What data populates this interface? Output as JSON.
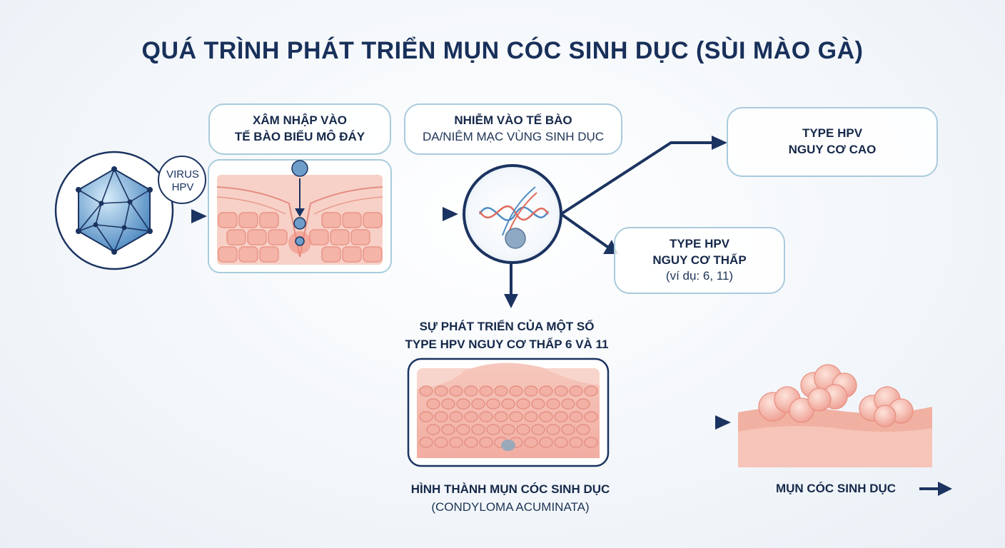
{
  "title": "QUÁ TRÌNH PHÁT TRIỂN MỤN CÓC SINH DỤC (SÙI MÀO GÀ)",
  "virus_label": [
    "VIRUS",
    "HPV"
  ],
  "step1": {
    "line1": "XÂM NHẬP VÀO",
    "line2": "TẾ BÀO BIỂU MÔ ĐÁY"
  },
  "step2": {
    "line1": "NHIỄM VÀO TẾ BÀO",
    "line2": "DA/NIÊM MẠC VÙNG SINH DỤC"
  },
  "high_risk": {
    "line1": "TYPE HPV",
    "line2": "NGUY CƠ CAO"
  },
  "low_risk": {
    "line1": "TYPE HPV",
    "line2": "NGUY CƠ THẤP",
    "line3": "(ví dụ: 6, 11)"
  },
  "growth": {
    "line1": "SỰ PHÁT TRIỂN CỦA MỘT SỐ",
    "line2": "TYPE HPV NGUY CƠ THẤP 6 VÀ 11"
  },
  "formation": {
    "line1": "HÌNH THÀNH MỤN CÓC SINH DỤC",
    "line2": "(CONDYLOMA ACUMINATA)"
  },
  "result": "MỤN CÓC SINH DỤC",
  "colors": {
    "navy": "#1b3360",
    "bubble_border": "#a9cbdc",
    "skin": "#f3b7ad",
    "virus": "#4a8bc4"
  }
}
